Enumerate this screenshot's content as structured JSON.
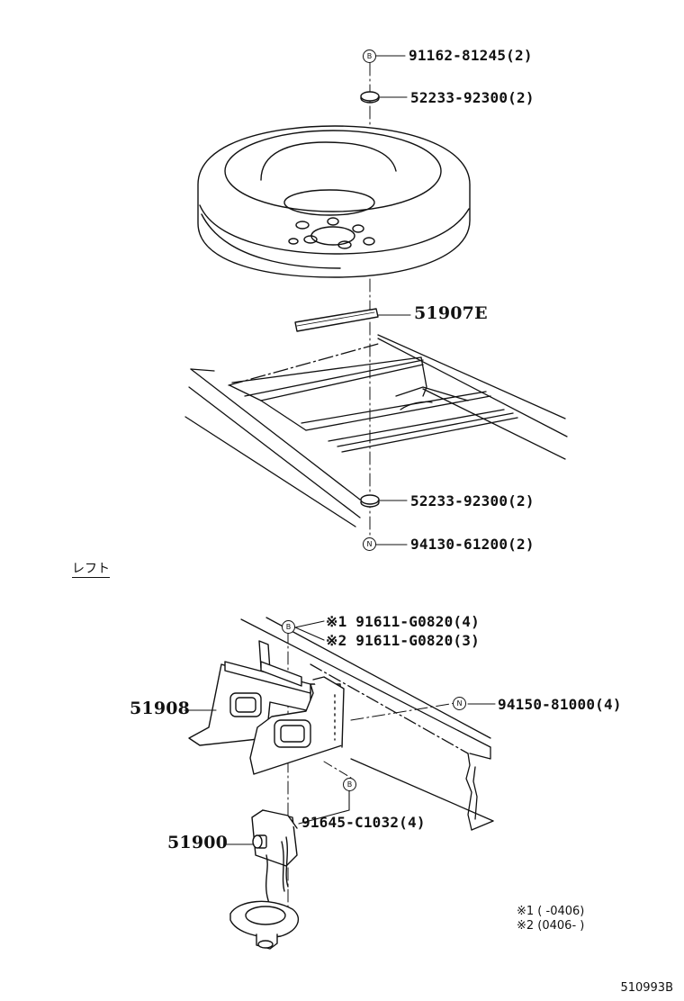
{
  "parts_top": {
    "bolt": "91162-81245(2)",
    "washer_upper": "52233-92300(2)",
    "plate": "51907E",
    "washer_lower": "52233-92300(2)",
    "nut": "94130-61200(2)"
  },
  "section_label": "レフト",
  "parts_bottom": {
    "bolt_1": "※1 91611-G0820(4)",
    "bolt_2": "※2 91611-G0820(3)",
    "nut": "94150-81000(4)",
    "bracket": "51908",
    "bolt_lower": "91645-C1032(4)",
    "carrier": "51900"
  },
  "notes": {
    "note_1": "※1 (     -0406)",
    "note_2": "※2 (0406-      )"
  },
  "badges": {
    "b": "B",
    "n": "N"
  },
  "reference": "510993B"
}
